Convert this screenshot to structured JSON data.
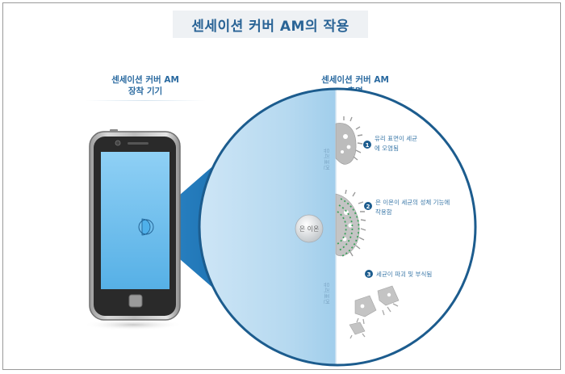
{
  "title": "센세이션 커버 AM의 작용",
  "device_label": {
    "line1": "센세이션 커버 AM",
    "line2": "장착 기기"
  },
  "side_label": {
    "line1": "센세이션 커버 AM",
    "line2": "측면"
  },
  "glass_surface_top": "유리표면",
  "glass_surface_bottom": "유리표면",
  "ion_label": "은 이온",
  "steps": [
    {
      "number": "1",
      "line1": "유리 표면이 세균",
      "line2": "에 오염됨"
    },
    {
      "number": "2",
      "line1": "은 이온이 세균의 성체 기능에",
      "line2": "작용함"
    },
    {
      "number": "3",
      "line1": "세균이 파괴 및 부식됨",
      "line2": ""
    }
  ],
  "colors": {
    "title": "#2a6496",
    "label": "#2a6aa0",
    "circle_border": "#1c5c8e",
    "cone": "#1e7fc0",
    "ion_ring": "#3aa05a"
  }
}
